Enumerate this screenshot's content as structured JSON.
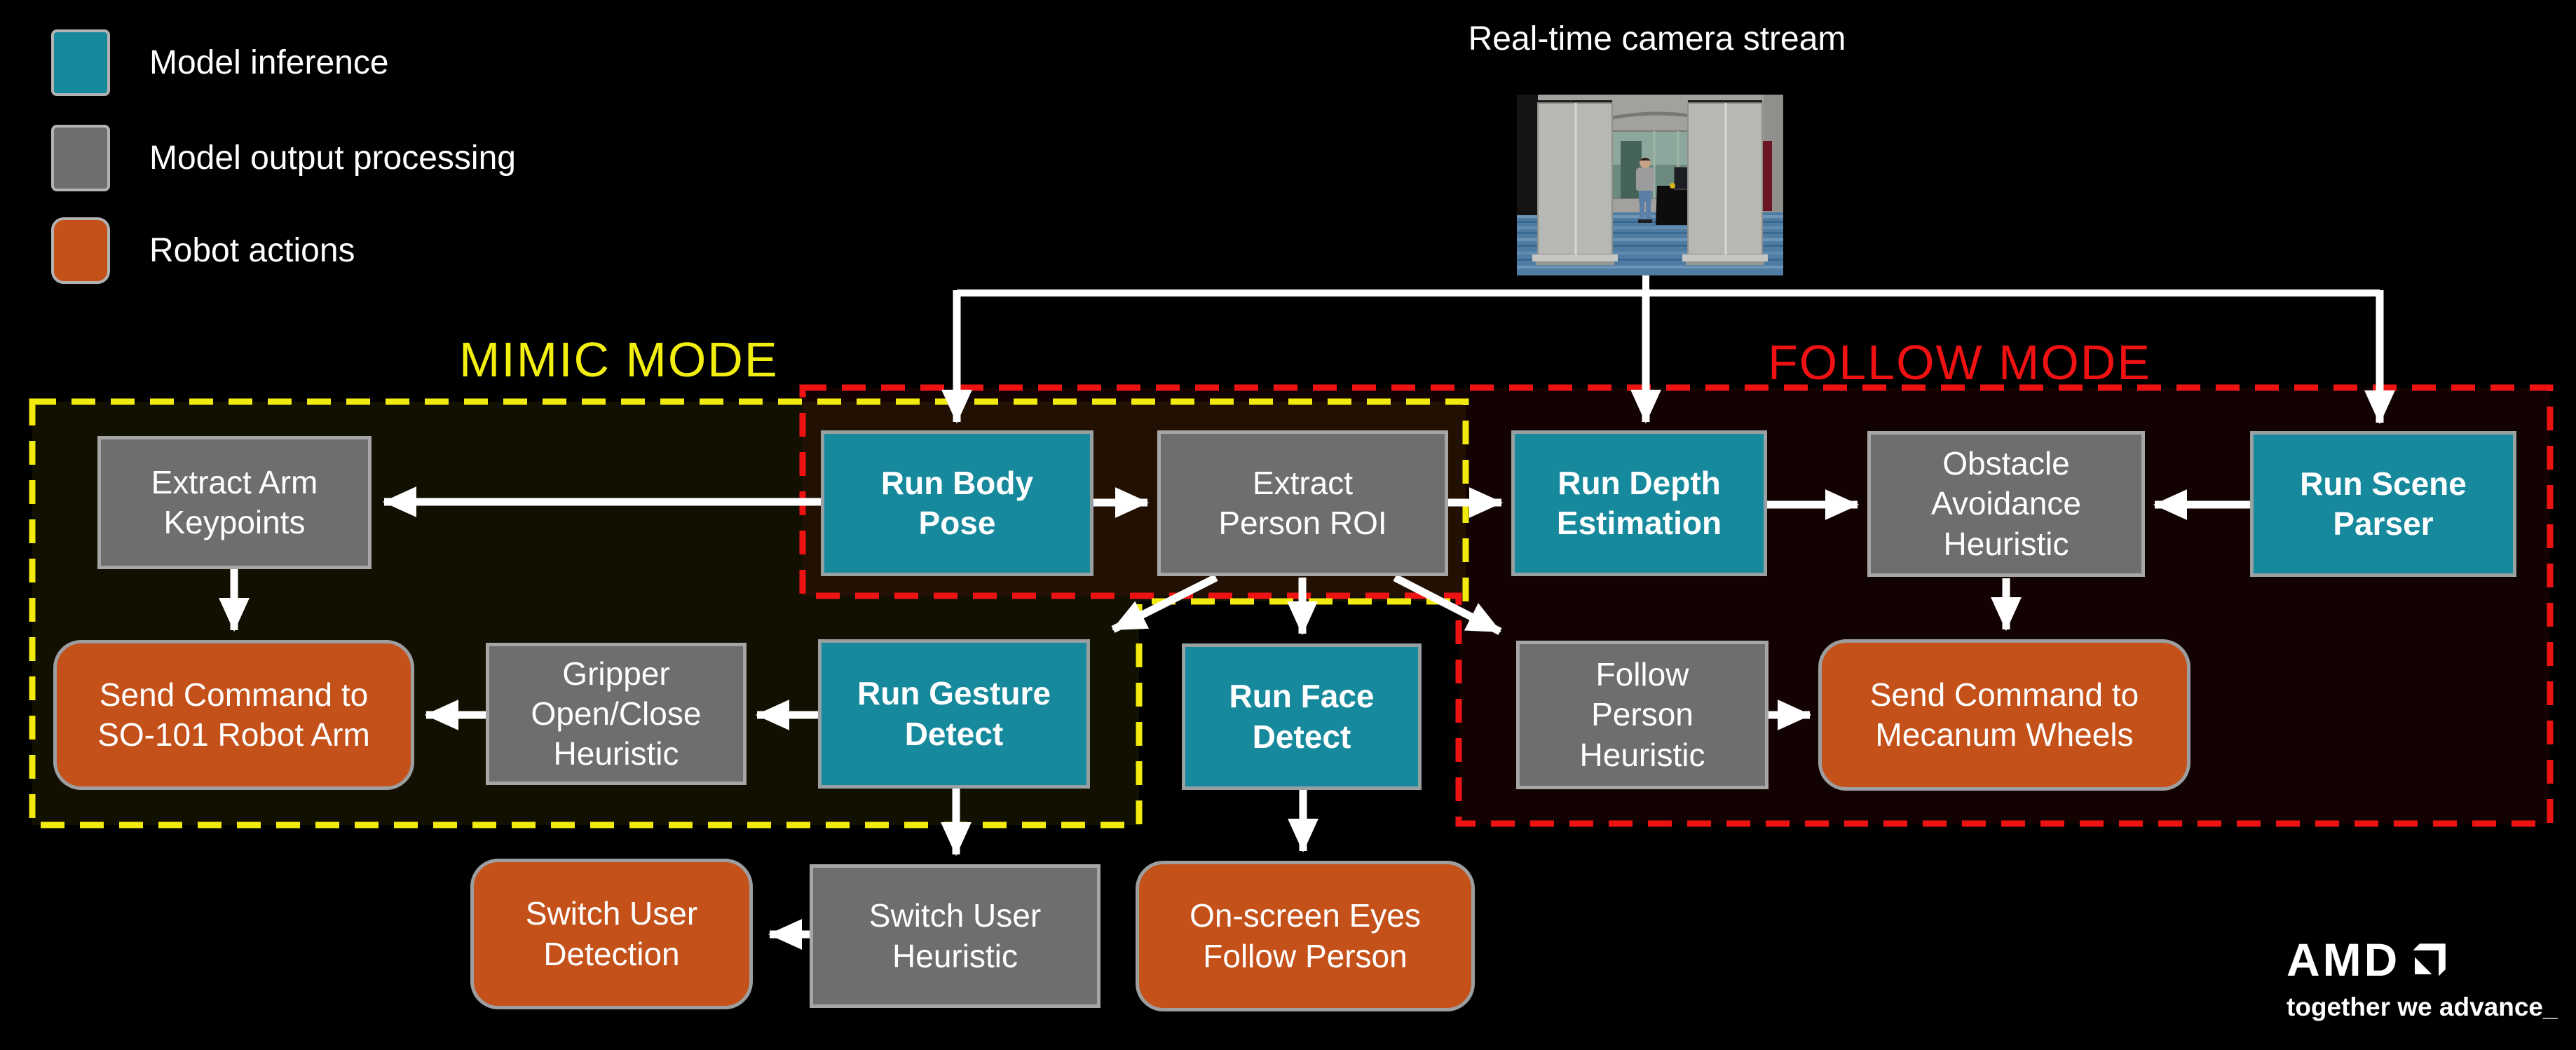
{
  "legend": {
    "items": [
      {
        "label": "Model inference",
        "type": "inference",
        "color": "#17899d"
      },
      {
        "label": "Model output processing",
        "type": "processing",
        "color": "#6e6e6e"
      },
      {
        "label": "Robot actions",
        "type": "action",
        "color": "#c4511a"
      }
    ]
  },
  "camera": {
    "caption": "Real-time camera stream"
  },
  "modes": {
    "mimic": {
      "label": "MIMIC MODE",
      "color": "#f2ef10"
    },
    "follow": {
      "label": "FOLLOW MODE",
      "color": "#f01212"
    }
  },
  "nodes": {
    "extract_arm_keypoints": {
      "label": "Extract Arm\nKeypoints",
      "type": "processing"
    },
    "run_body_pose": {
      "label": "Run Body\nPose",
      "type": "inference"
    },
    "extract_person_roi": {
      "label": "Extract\nPerson ROI",
      "type": "processing"
    },
    "run_depth_estimation": {
      "label": "Run Depth\nEstimation",
      "type": "inference"
    },
    "obstacle_avoidance_heuristic": {
      "label": "Obstacle\nAvoidance\nHeuristic",
      "type": "processing"
    },
    "run_scene_parser": {
      "label": "Run Scene\nParser",
      "type": "inference"
    },
    "send_command_so101": {
      "label": "Send Command to\nSO-101 Robot Arm",
      "type": "action"
    },
    "gripper_open_close_heuristic": {
      "label": "Gripper\nOpen/Close\nHeuristic",
      "type": "processing"
    },
    "run_gesture_detect": {
      "label": "Run Gesture\nDetect",
      "type": "inference"
    },
    "run_face_detect": {
      "label": "Run Face\nDetect",
      "type": "inference"
    },
    "follow_person_heuristic": {
      "label": "Follow\nPerson\nHeuristic",
      "type": "processing"
    },
    "send_command_mecanum": {
      "label": "Send Command to\nMecanum Wheels",
      "type": "action"
    },
    "switch_user_detection": {
      "label": "Switch User\nDetection",
      "type": "action"
    },
    "switch_user_heuristic": {
      "label": "Switch User\nHeuristic",
      "type": "processing"
    },
    "onscreen_eyes_follow_person": {
      "label": "On-screen Eyes\nFollow Person",
      "type": "action"
    }
  },
  "edges": [
    {
      "from": "camera",
      "to": "run_body_pose"
    },
    {
      "from": "camera",
      "to": "run_depth_estimation"
    },
    {
      "from": "camera",
      "to": "run_scene_parser"
    },
    {
      "from": "run_body_pose",
      "to": "extract_arm_keypoints"
    },
    {
      "from": "run_body_pose",
      "to": "extract_person_roi"
    },
    {
      "from": "extract_person_roi",
      "to": "run_depth_estimation"
    },
    {
      "from": "extract_person_roi",
      "to": "run_gesture_detect"
    },
    {
      "from": "extract_person_roi",
      "to": "run_face_detect"
    },
    {
      "from": "extract_person_roi",
      "to": "follow_person_heuristic"
    },
    {
      "from": "run_depth_estimation",
      "to": "obstacle_avoidance_heuristic"
    },
    {
      "from": "run_scene_parser",
      "to": "obstacle_avoidance_heuristic"
    },
    {
      "from": "obstacle_avoidance_heuristic",
      "to": "send_command_mecanum"
    },
    {
      "from": "extract_arm_keypoints",
      "to": "send_command_so101"
    },
    {
      "from": "run_gesture_detect",
      "to": "gripper_open_close_heuristic"
    },
    {
      "from": "gripper_open_close_heuristic",
      "to": "send_command_so101"
    },
    {
      "from": "follow_person_heuristic",
      "to": "send_command_mecanum"
    },
    {
      "from": "run_gesture_detect",
      "to": "switch_user_heuristic"
    },
    {
      "from": "switch_user_heuristic",
      "to": "switch_user_detection"
    },
    {
      "from": "run_face_detect",
      "to": "onscreen_eyes_follow_person"
    }
  ],
  "branding": {
    "logo": "AMD",
    "tagline": "together we advance_"
  }
}
